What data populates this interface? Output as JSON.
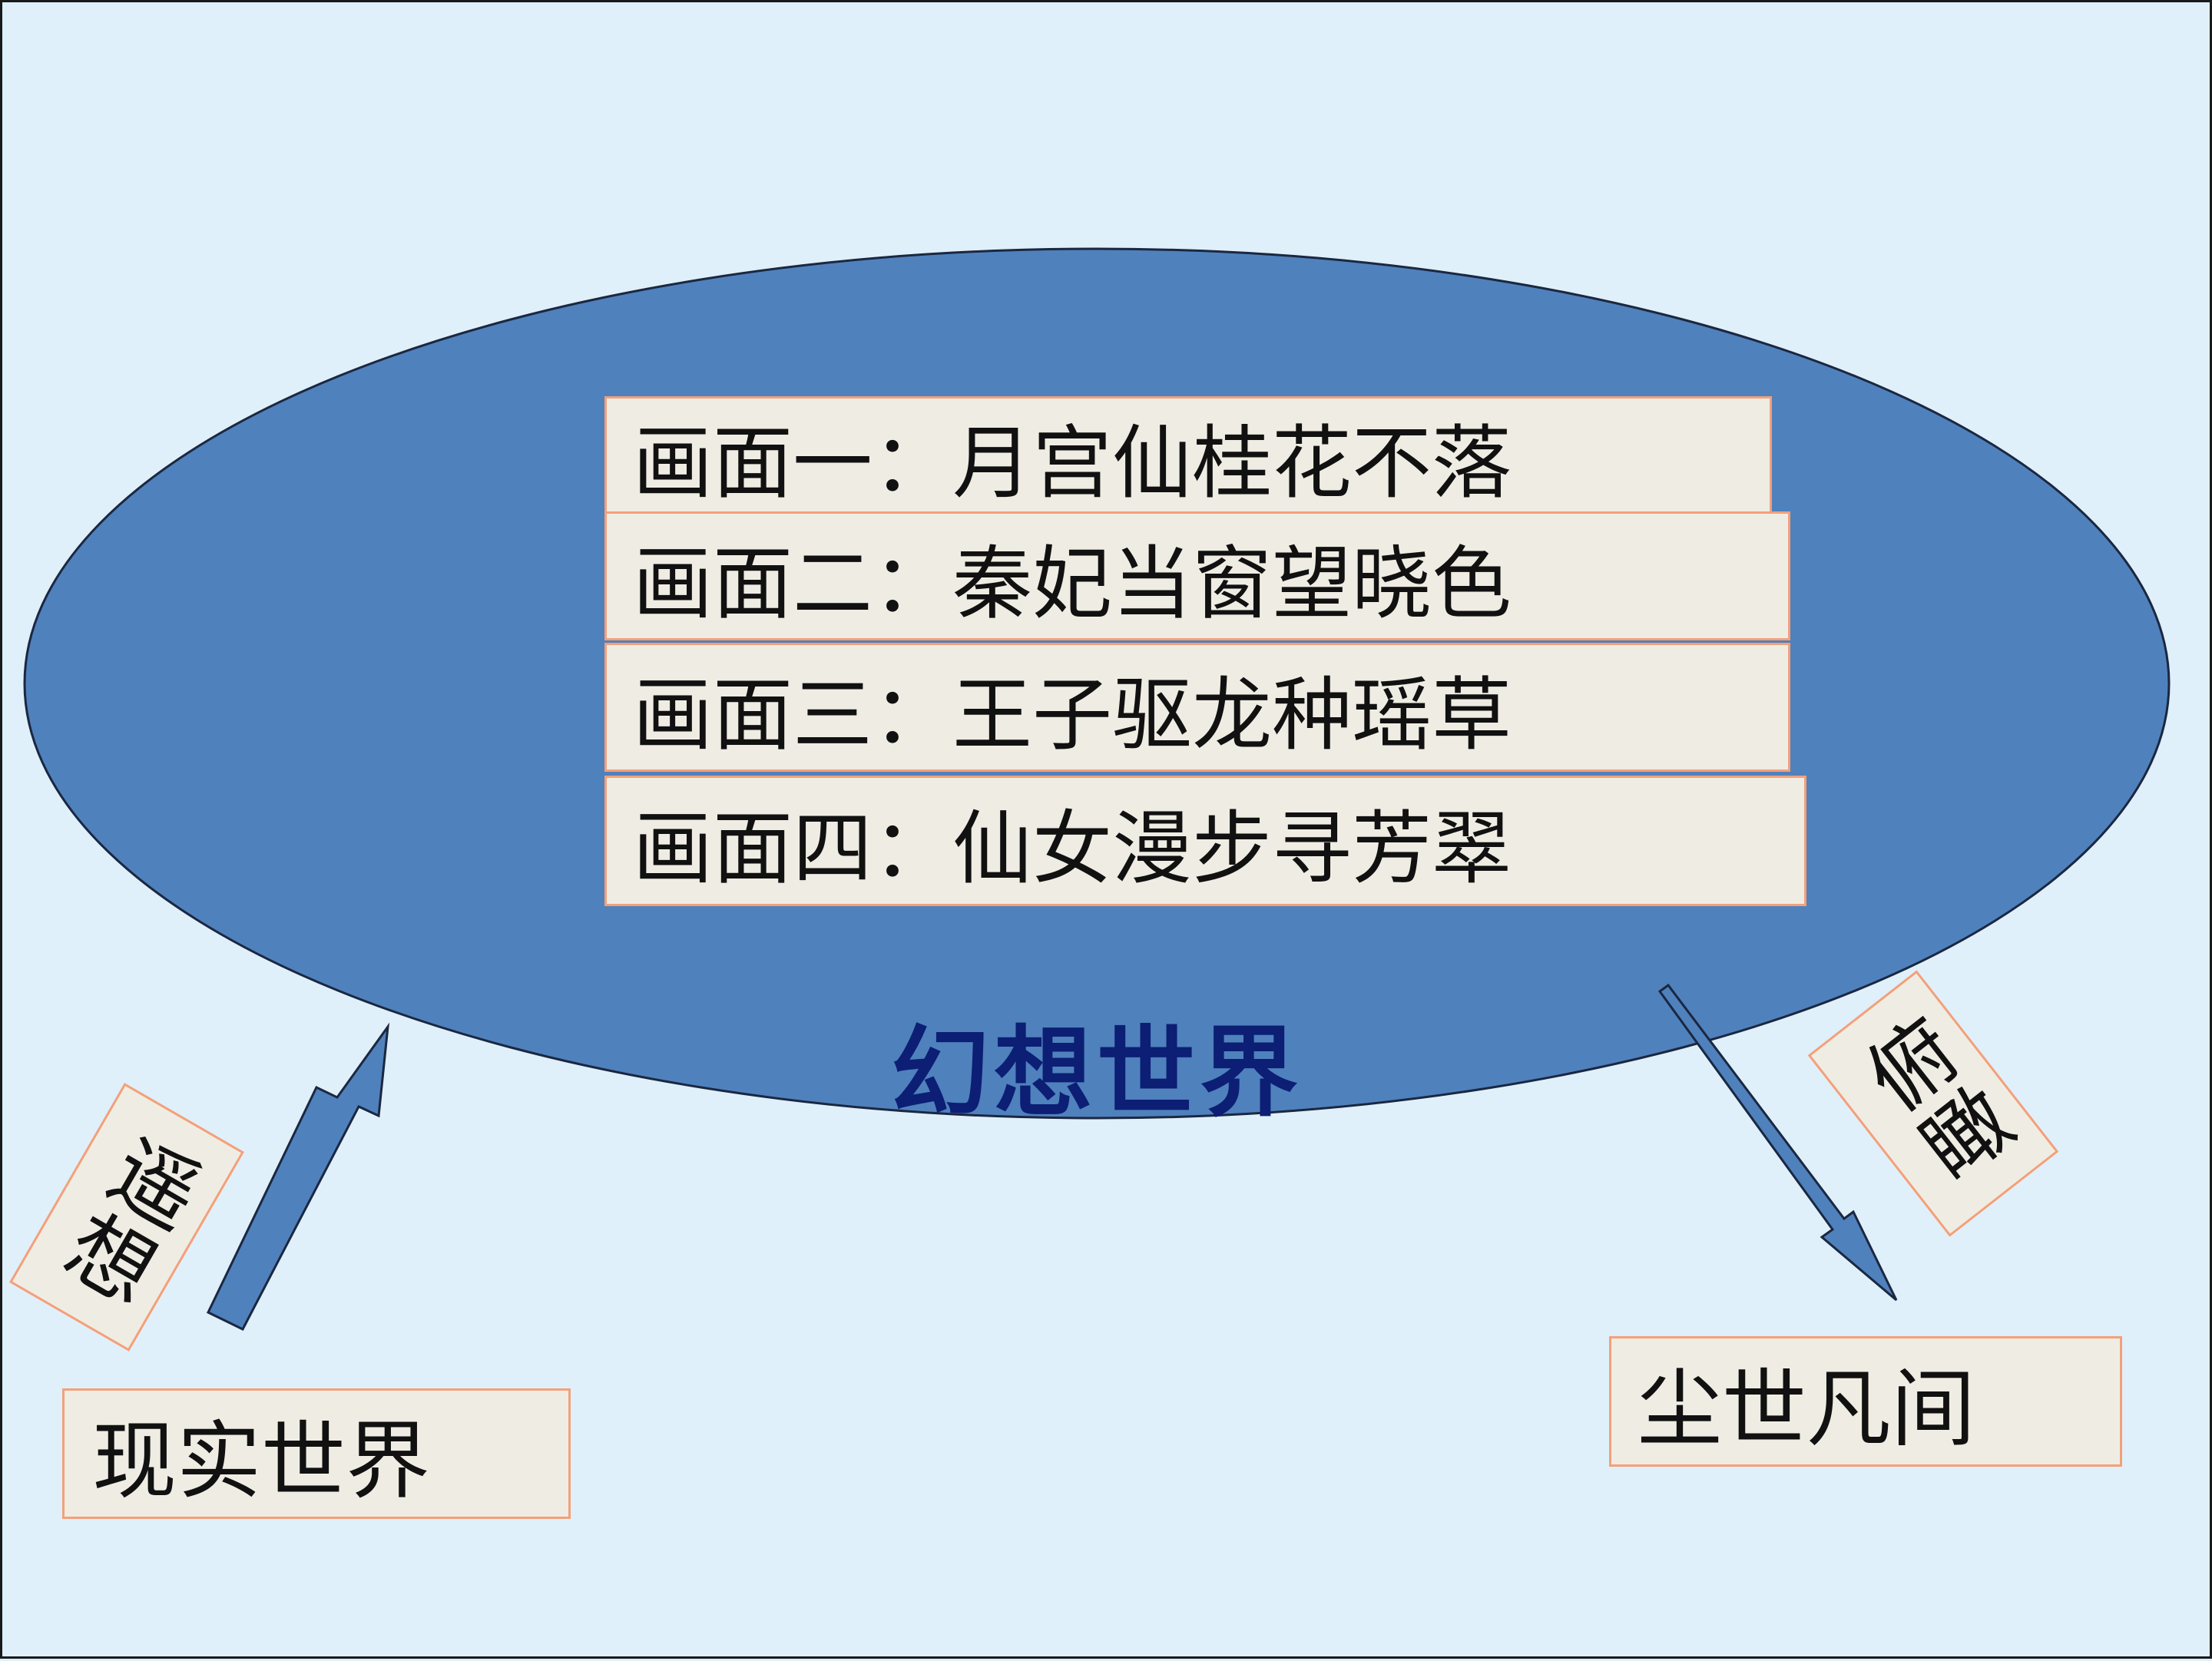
{
  "diagram": {
    "colors": {
      "background": "#dff0fa",
      "ellipse_fill": "#4f81bd",
      "box_fill": "#efede3",
      "box_border": "#f4a07a",
      "title_color": "#0c1f74"
    },
    "fantasy_world": {
      "title": "幻想世界",
      "scenes": [
        {
          "prefix": "画面一：",
          "text": "月宫仙桂花不落"
        },
        {
          "prefix": "画面二：",
          "text": "秦妃当窗望晓色"
        },
        {
          "prefix": "画面三：",
          "text": "王子驱龙种瑶草"
        },
        {
          "prefix": "画面四：",
          "text": "仙女漫步寻芳翠"
        }
      ]
    },
    "real_world": {
      "label": "现实世界"
    },
    "mortal_world": {
      "label": "尘世凡间"
    },
    "arrow_up": {
      "label": "遥想"
    },
    "arrow_down": {
      "label": "俯瞰"
    }
  }
}
